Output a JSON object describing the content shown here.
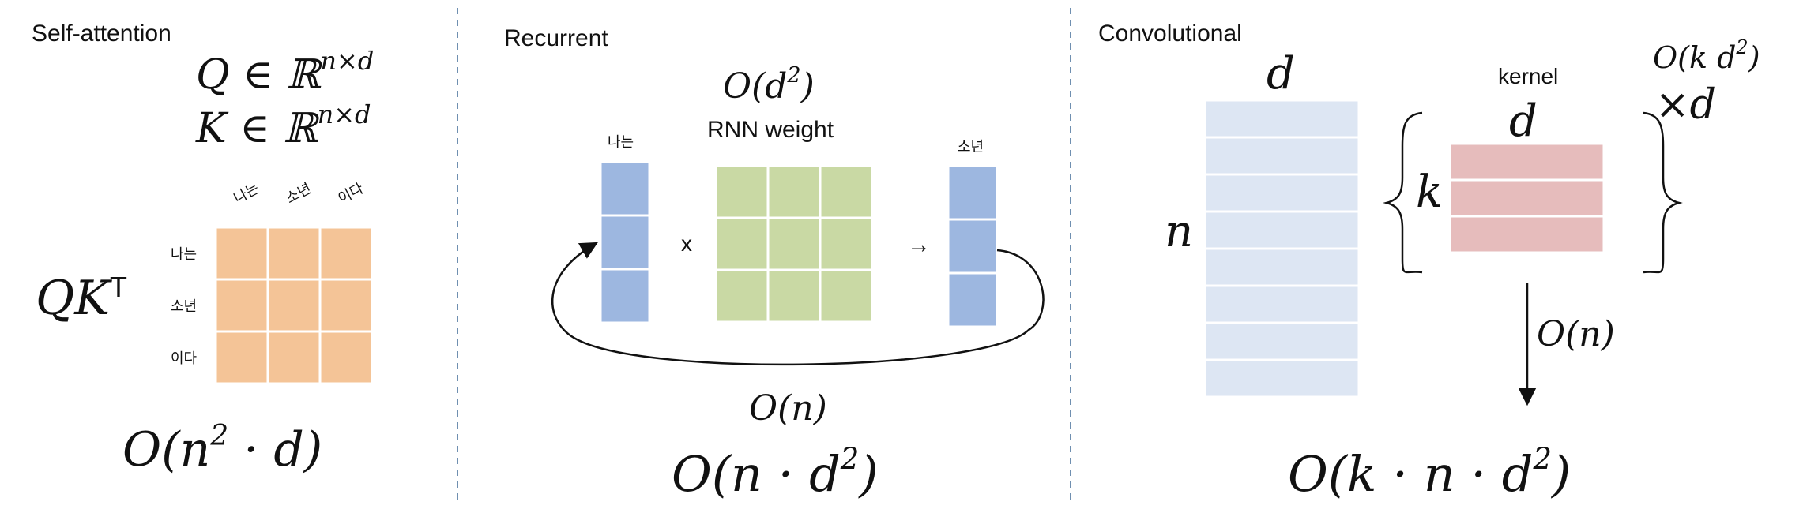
{
  "panels": {
    "self_attention": {
      "title": "Self-attention",
      "eq_q": {
        "lead": "Q ∈ ℝ",
        "sup": "n×d"
      },
      "eq_k": {
        "lead": "K ∈ ℝ",
        "sup": "n×d"
      },
      "matrix_label": "QK",
      "matrix_sup": "T",
      "col_tokens": [
        "나는",
        "소년",
        "이다"
      ],
      "row_tokens": [
        "나는",
        "소년",
        "이다"
      ],
      "complexity": {
        "pre": "O(n",
        "sup": "2",
        "post": " · d)"
      },
      "color": "#f4c497"
    },
    "recurrent": {
      "title": "Recurrent",
      "weight_cost": {
        "pre": "O(d",
        "sup": "2",
        "post": ")"
      },
      "weight_label": "RNN weight",
      "input_token": "나는",
      "output_token": "소년",
      "times_sign": "x",
      "arrow_sign": "→",
      "loop_cost": "O(n)",
      "complexity": {
        "pre": "O(n · d",
        "sup": "2",
        "post": ")"
      },
      "vector_color": "#9db7e0",
      "weight_color": "#c9d9a4"
    },
    "convolutional": {
      "title": "Convolutional",
      "seq_dim_label": "d",
      "seq_len_label": "n",
      "kernel_label": "kernel",
      "kernel_dim_label": "d",
      "kernel_size_label": "k",
      "kernel_cost": {
        "pre": "O(k d",
        "sup": "2",
        "post": ")"
      },
      "times_d": "×d",
      "arrow_cost": "O(n)",
      "complexity": {
        "pre": "O(k · n · d",
        "sup": "2",
        "post": ")"
      },
      "sequence_color": "#dde6f3",
      "kernel_color": "#e6bcbc"
    }
  }
}
